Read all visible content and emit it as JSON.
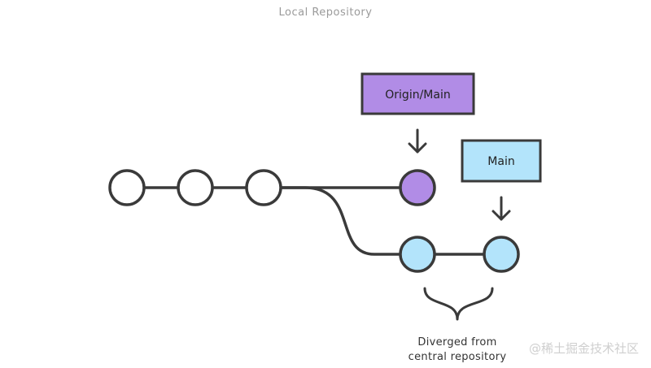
{
  "title": "Local Repository",
  "labels": {
    "origin_main": "Origin/Main",
    "main": "Main"
  },
  "annotation": {
    "line1": "Diverged from",
    "line2": "central repository"
  },
  "watermark": "@稀土掘金技术社区",
  "colors": {
    "stroke": "#3a3a3a",
    "origin_fill": "#b18ce6",
    "main_fill": "#b3e4fb",
    "commit_fill": "#ffffff",
    "title_text": "#9a9a9a",
    "annotation_text": "#333333",
    "watermark_text": "#cfcfcf"
  }
}
